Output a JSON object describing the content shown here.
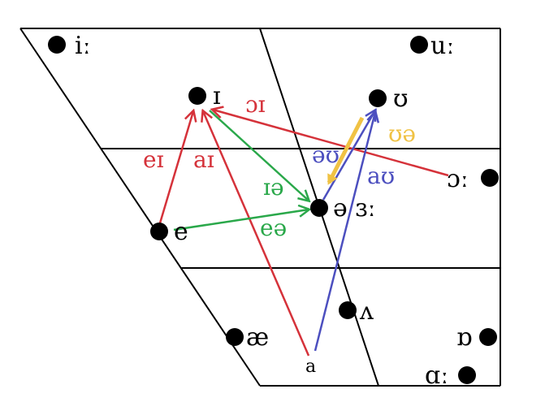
{
  "colors": {
    "outline": "#000000",
    "red": "#d5323a",
    "green": "#2aa84a",
    "blue": "#4c4fbf",
    "yellow": "#f0c244"
  },
  "vowels": {
    "i_long": "iː",
    "u_long": "uː",
    "short_i": "ɪ",
    "short_u": "ʊ",
    "open_o_long": "ɔː",
    "schwa_er": "ə ɜː",
    "e": "e",
    "wedge": "ʌ",
    "ae": "æ",
    "open_o_short": "ɒ",
    "a_long": "ɑː",
    "a": "a"
  },
  "diphthongs": {
    "oi": "ɔɪ",
    "ei": "eɪ",
    "ai": "aɪ",
    "ie": "ɪə",
    "ea": "eə",
    "ou": "əʊ",
    "au": "aʊ",
    "ue": "ʊə"
  }
}
